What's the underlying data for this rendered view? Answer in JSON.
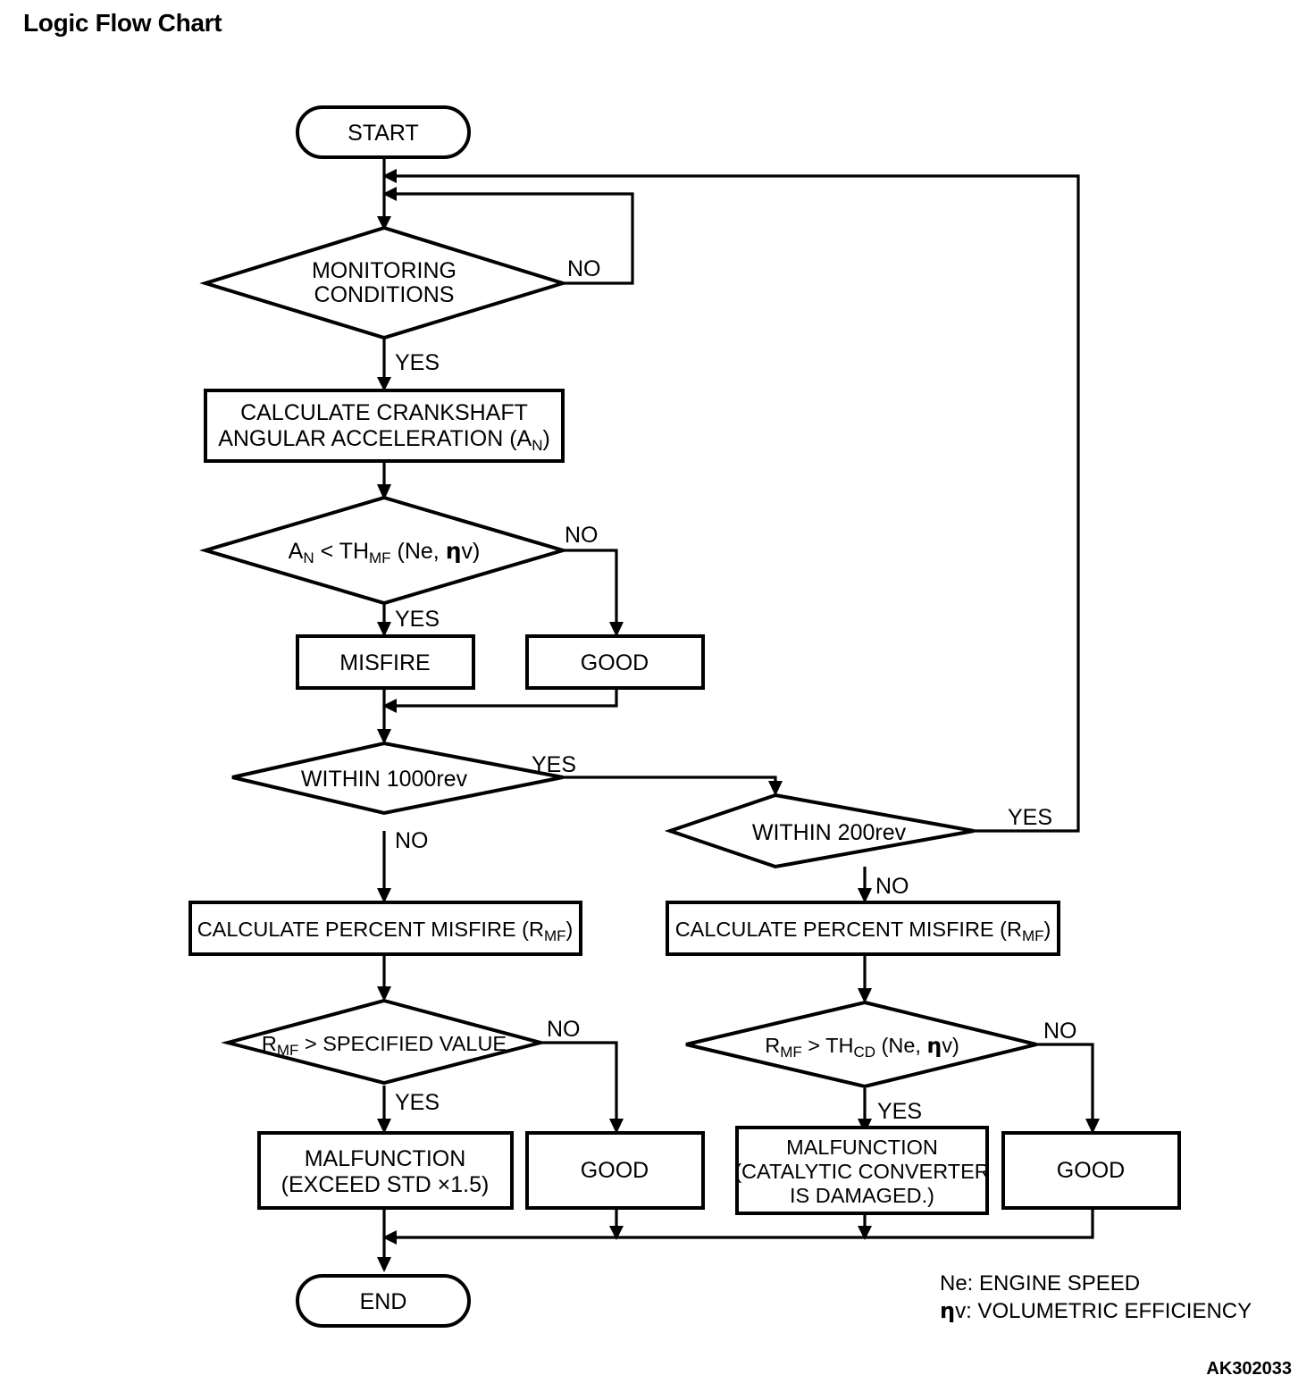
{
  "page": {
    "title": "Logic Flow Chart",
    "figure_code": "AK302033"
  },
  "nodes": {
    "start": {
      "label": "START",
      "type": "terminator"
    },
    "monitoring_conditions": {
      "label_line1": "MONITORING",
      "label_line2": "CONDITIONS",
      "type": "decision"
    },
    "calc_crank": {
      "label_line1": "CALCULATE CRANKSHAFT",
      "label_line2_pre": "ANGULAR ACCELERATION (A",
      "label_line2_sub": "N",
      "label_line2_post": ")",
      "type": "process"
    },
    "an_threshold": {
      "pre": "A",
      "sub1": "N",
      "mid": " < TH",
      "sub2": "MF",
      "post": " (Ne, ",
      "eta": "η",
      "tail": "v)",
      "type": "decision"
    },
    "misfire": {
      "label": "MISFIRE",
      "type": "process"
    },
    "good_1": {
      "label": "GOOD",
      "type": "process"
    },
    "within_1000rev": {
      "label": "WITHIN 1000rev",
      "type": "decision"
    },
    "within_200rev": {
      "label": "WITHIN 200rev",
      "type": "decision"
    },
    "calc_percent_misfire_left": {
      "pre": "CALCULATE PERCENT MISFIRE (R",
      "sub": "MF",
      "post": ")",
      "type": "process"
    },
    "calc_percent_misfire_right": {
      "pre": "CALCULATE PERCENT MISFIRE (R",
      "sub": "MF",
      "post": ")",
      "type": "process"
    },
    "rmf_specified": {
      "pre": "R",
      "sub": "MF",
      "post": " > SPECIFIED VALUE",
      "type": "decision"
    },
    "rmf_thcd": {
      "pre": "R",
      "sub1": "MF",
      "mid": " > TH",
      "sub2": "CD",
      "post": " (Ne, ",
      "eta": "η",
      "tail": "v)",
      "type": "decision"
    },
    "malfunction_std": {
      "label_line1": "MALFUNCTION",
      "label_line2": "(EXCEED STD  ×1.5)",
      "type": "process"
    },
    "good_2": {
      "label": "GOOD",
      "type": "process"
    },
    "malfunction_catalytic": {
      "label_line1": "MALFUNCTION",
      "label_line2": "(CATALYTIC CONVERTER",
      "label_line3": "IS DAMAGED.)",
      "type": "process"
    },
    "good_3": {
      "label": "GOOD",
      "type": "process"
    },
    "end": {
      "label": "END",
      "type": "terminator"
    }
  },
  "branch_labels": {
    "monitoring_no": "NO",
    "monitoring_yes": "YES",
    "an_no": "NO",
    "an_yes": "YES",
    "rev1000_yes": "YES",
    "rev1000_no": "NO",
    "rev200_yes": "YES",
    "rev200_no": "NO",
    "rmf_spec_no": "NO",
    "rmf_spec_yes": "YES",
    "rmf_thcd_no": "NO",
    "rmf_thcd_yes": "YES"
  },
  "legend": {
    "line1": "Ne: ENGINE SPEED",
    "line2_symbol": "η",
    "line2_rest": "v: VOLUMETRIC EFFICIENCY"
  },
  "colors": {
    "stroke": "#000000",
    "fill": "#ffffff",
    "background": "#ffffff"
  }
}
